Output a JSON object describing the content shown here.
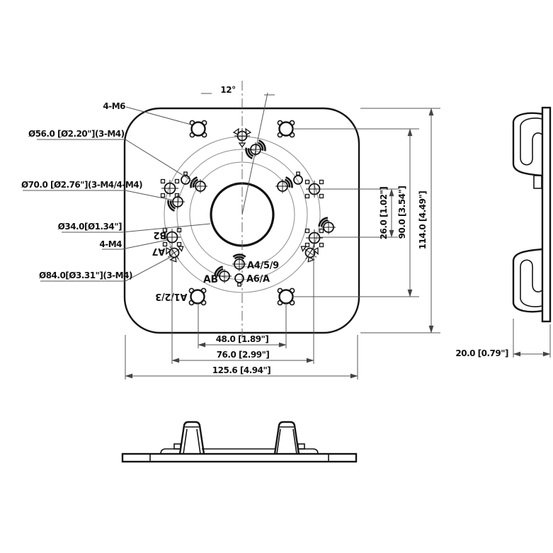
{
  "front_view": {
    "callouts": {
      "m6": "4-M6",
      "d56": "Ø56.0 [Ø2.20\"](3-M4)",
      "d70": "Ø70.0 [Ø2.76\"](3-M4/4-M4)",
      "d34": "Ø34.0[Ø1.34\"]",
      "m4": "4-M4",
      "d84": "Ø84.0[Ø3.31\"](3-M4)"
    },
    "angle_label": "12°",
    "engravings": {
      "ab": "AB",
      "a459": "A4/5/9",
      "a6a": "A6/A",
      "a123": "A1/2/3",
      "a7": "A7",
      "b2": "B2"
    },
    "dims": {
      "d26": "26.0 [1.02\"]",
      "d90": "90.0 [3.54\"]",
      "d114": "114.0 [4.49\"]",
      "d48": "48.0 [1.89\"]",
      "d76": "76.0 [2.99\"]",
      "d125": "125.6 [4.94\"]"
    }
  },
  "side_view": {
    "dims": {
      "d20": "20.0 [0.79\"]"
    }
  },
  "colors": {
    "line": "#141414",
    "construction": "#8a8a8a",
    "dimension": "#555555",
    "text": "#111111",
    "background": "#ffffff"
  }
}
